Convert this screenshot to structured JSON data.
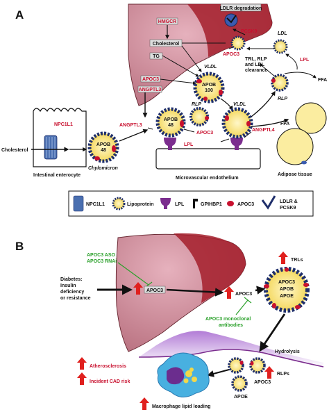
{
  "panelA": {
    "label": "A",
    "ldlr_degradation": "LDLR degradation",
    "hmgcr": "HMGCR",
    "cholesterol_liver": "Cholesterol",
    "tg": "TG",
    "apoc3_liver": "APOC3",
    "angptl3_liver": "ANGPTL3",
    "angptl3_mid": "ANGPTL3",
    "pcsk9": "PCSK9",
    "apoc3_top": "APOC3",
    "ldl": "LDL",
    "clearance": [
      "TRL, RLP",
      "and LDL",
      "clearance"
    ],
    "lpl_top": "LPL",
    "ffa_top": "FFA",
    "vldl_top": "VLDL",
    "apob100": [
      "APOB",
      "100"
    ],
    "rlp_right": "RLP",
    "npc1l1": "NPC1L1",
    "cholesterol_left": "Cholesterol",
    "intestinal": "Intestinal enterocyte",
    "apob48_chylo": [
      "APOB",
      "48"
    ],
    "chylomicron": "Chylomicron",
    "apob48_mid": [
      "APOB",
      "48"
    ],
    "rlp_mid": "RLP",
    "vldl_mid": "VLDL",
    "apoc3_mid": "APOC3",
    "angptl4": "ANGPTL4",
    "lpl_mid": "LPL",
    "microvascular": "Microvascular endothelium",
    "ffa_adipose": "FFA",
    "adipose": "Adipose tissue"
  },
  "legend": {
    "npc1l1": "NPC1L1",
    "lipoprotein": "Lipoprotein",
    "lpl": "LPL",
    "gpihbp1": "GPIHBP1",
    "apoc3": "APOC3",
    "ldlr_pcsk9": [
      "LDLR &",
      "PCSK9"
    ]
  },
  "panelB": {
    "label": "B",
    "aso": [
      "APOC3 ASO",
      "APOC3 RNAi"
    ],
    "diabetes": [
      "Diabetes:",
      "Insulin",
      "deficiency",
      "or resistance"
    ],
    "apoc3_liver": "APOC3",
    "apoc3_plasma": "APOC3",
    "trls": "TRLs",
    "particle": [
      "APOC3",
      "APOB",
      "APOE"
    ],
    "antibodies": [
      "APOC3 monoclonal",
      "antibodies"
    ],
    "hydrolysis": "Hydrolysis",
    "rlps": "RLPs",
    "apoc3_bottom": "APOC3",
    "apoe": "APOE",
    "athero": "Atherosclerosis",
    "cad": "Incident CAD risk",
    "macrophage": "Macrophage lipid loading"
  }
}
